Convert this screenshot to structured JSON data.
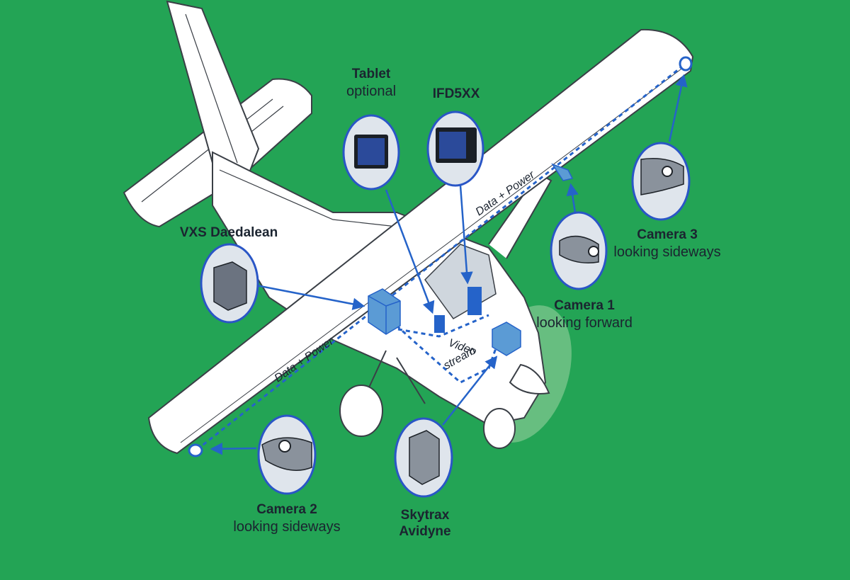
{
  "labels": {
    "tablet": {
      "title": "Tablet",
      "subtitle": "optional"
    },
    "ifd": {
      "title": "IFD5XX"
    },
    "vxs": {
      "title": "VXS Daedalean"
    },
    "camera1": {
      "title": "Camera 1",
      "subtitle": "looking forward"
    },
    "camera2": {
      "title": "Camera 2",
      "subtitle": "looking sideways"
    },
    "camera3": {
      "title": "Camera 3",
      "subtitle": "looking sideways"
    },
    "skytrax": {
      "title": "Skytrax",
      "subtitle": "Avidyne"
    }
  },
  "wire_labels": {
    "right_wing": "Data + Power",
    "left_wing": "Data + Power",
    "video_line1": "Video",
    "video_line2": "stream"
  },
  "colors": {
    "background": "#23a455",
    "aircraft": "#ffffff",
    "outline": "#3a3f46",
    "wire": "#2563c9",
    "box": "#5b9bd5",
    "bubble_fill": "#dfe5ec",
    "bubble_stroke": "#2a56c6"
  }
}
